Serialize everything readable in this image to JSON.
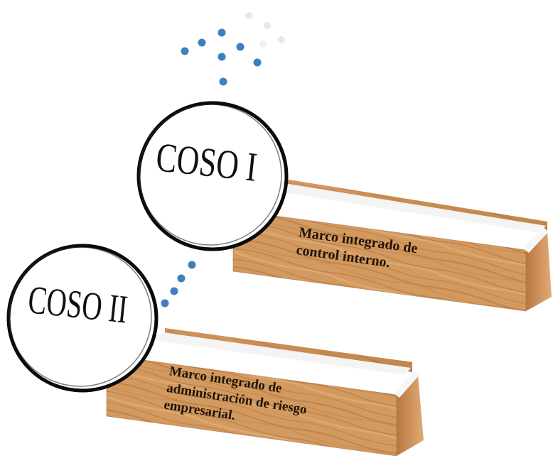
{
  "nodes": [
    {
      "id": "coso-1",
      "circle_label": "COSO I",
      "description_lines": [
        "Marco integrado de",
        "control interno."
      ]
    },
    {
      "id": "coso-2",
      "circle_label": "COSO II",
      "description_lines": [
        "Marco integrado de",
        "administración de riesgo",
        "empresarial."
      ]
    }
  ],
  "colors": {
    "dots": "#3f7fc1",
    "wood_light": "#d79d63",
    "wood_dark": "#b06d37",
    "wood_edge": "#f3f3f3",
    "circle_outline": "#0a0a0a",
    "text": "#1f1408"
  }
}
